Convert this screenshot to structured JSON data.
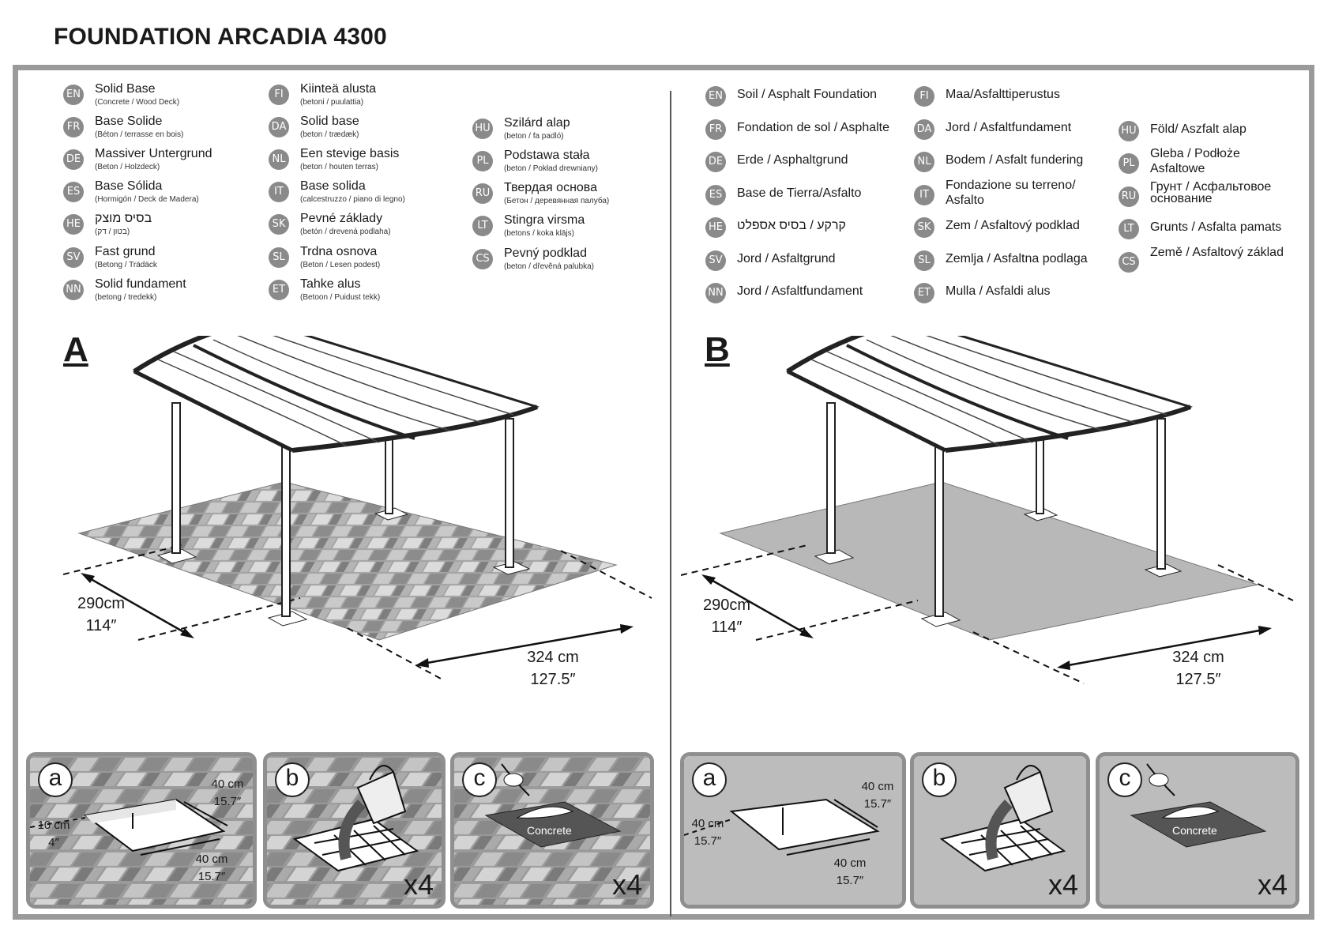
{
  "title": "FOUNDATION ARCADIA 4300",
  "panel_a": {
    "letter": "A",
    "languages": [
      {
        "code": "EN",
        "name": "Solid Base",
        "sub": "(Concrete / Wood Deck)"
      },
      {
        "code": "FR",
        "name": "Base Solide",
        "sub": "(Béton / terrasse en bois)"
      },
      {
        "code": "DE",
        "name": "Massiver Untergrund",
        "sub": "(Beton / Holzdeck)"
      },
      {
        "code": "ES",
        "name": "Base Sólida",
        "sub": "(Hormigón / Deck de Madera)"
      },
      {
        "code": "HE",
        "name": "בסיס מוצק",
        "sub": "(בטון / דק)"
      },
      {
        "code": "SV",
        "name": "Fast grund",
        "sub": "(Betong / Trädäck"
      },
      {
        "code": "NN",
        "name": "Solid fundament",
        "sub": "(betong / tredekk)"
      },
      {
        "code": "FI",
        "name": "Kiinteä alusta",
        "sub": "(betoni / puulattia)"
      },
      {
        "code": "DA",
        "name": "Solid base",
        "sub": "(beton / trædæk)"
      },
      {
        "code": "NL",
        "name": "Een stevige basis",
        "sub": "(beton / houten terras)"
      },
      {
        "code": "IT",
        "name": "Base solida",
        "sub": "(calcestruzzo / piano di legno)"
      },
      {
        "code": "SK",
        "name": "Pevné základy",
        "sub": "(betón / drevená podlaha)"
      },
      {
        "code": "SL",
        "name": "Trdna osnova",
        "sub": "(Beton / Lesen podest)"
      },
      {
        "code": "ET",
        "name": "Tahke alus",
        "sub": "(Betoon / Puidust tekk)"
      },
      {
        "code": "HU",
        "name": "Szilárd alap",
        "sub": "(beton / fa padló)"
      },
      {
        "code": "PL",
        "name": "Podstawa stała",
        "sub": "(beton / Pokład drewniany)"
      },
      {
        "code": "RU",
        "name": "Твердая основа",
        "sub": "(Бетон / деревянная палуба)"
      },
      {
        "code": "LT",
        "name": "Stingra virsma",
        "sub": "(betons / koka klājs)"
      },
      {
        "code": "CS",
        "name": "Pevný podklad",
        "sub": "(beton / dřevěná palubka)"
      }
    ],
    "width_cm": "290cm",
    "width_in": "114″",
    "length_cm": "324 cm",
    "length_in": "127.5″",
    "steps": {
      "a": {
        "label": "a",
        "depth_cm": "10 cm",
        "depth_in": "4″",
        "w1_cm": "40 cm",
        "w1_in": "15.7″",
        "w2_cm": "40 cm",
        "w2_in": "15.7″"
      },
      "b": {
        "label": "b",
        "multiplier": "x4"
      },
      "c": {
        "label": "c",
        "concrete": "Concrete",
        "multiplier": "x4"
      }
    }
  },
  "panel_b": {
    "letter": "B",
    "languages": [
      {
        "code": "EN",
        "name": "Soil / Asphalt Foundation"
      },
      {
        "code": "FR",
        "name": "Fondation de sol / Asphalte"
      },
      {
        "code": "DE",
        "name": "Erde / Asphaltgrund"
      },
      {
        "code": "ES",
        "name": "Base de Tierra/Asfalto"
      },
      {
        "code": "HE",
        "name": "קרקע / בסיס אספלט"
      },
      {
        "code": "SV",
        "name": "Jord / Asfaltgrund"
      },
      {
        "code": "NN",
        "name": "Jord / Asfaltfundament"
      },
      {
        "code": "FI",
        "name": "Maa/Asfalttiperustus"
      },
      {
        "code": "DA",
        "name": "Jord / Asfaltfundament"
      },
      {
        "code": "NL",
        "name": "Bodem / Asfalt fundering"
      },
      {
        "code": "IT",
        "name": "Fondazione su terreno/ Asfalto"
      },
      {
        "code": "SK",
        "name": "Zem / Asfaltový podklad"
      },
      {
        "code": "SL",
        "name": "Zemlja / Asfaltna podlaga"
      },
      {
        "code": "ET",
        "name": "Mulla / Asfaldi alus"
      },
      {
        "code": "HU",
        "name": "Föld/ Aszfalt alap"
      },
      {
        "code": "PL",
        "name": "Gleba / Podłoże Asfaltowe"
      },
      {
        "code": "RU",
        "name": "Грунт / Асфальтовое основание"
      },
      {
        "code": "LT",
        "name": "Grunts / Asfalta pamats"
      },
      {
        "code": "CS",
        "name": "Země / Asfaltový základ"
      }
    ],
    "width_cm": "290cm",
    "width_in": "114″",
    "length_cm": "324 cm",
    "length_in": "127.5″",
    "steps": {
      "a": {
        "label": "a",
        "w1_cm": "40 cm",
        "w1_in": "15.7″",
        "depth_cm": "40 cm",
        "depth_in": "15.7″",
        "w2_cm": "40 cm",
        "w2_in": "15.7″"
      },
      "b": {
        "label": "b",
        "multiplier": "x4"
      },
      "c": {
        "label": "c",
        "concrete": "Concrete",
        "multiplier": "x4"
      }
    }
  },
  "colors": {
    "frame": "#9a9a9a",
    "badge": "#8a8a8a",
    "soil": "#b8b8b8",
    "paving": "#9e9e9e"
  }
}
